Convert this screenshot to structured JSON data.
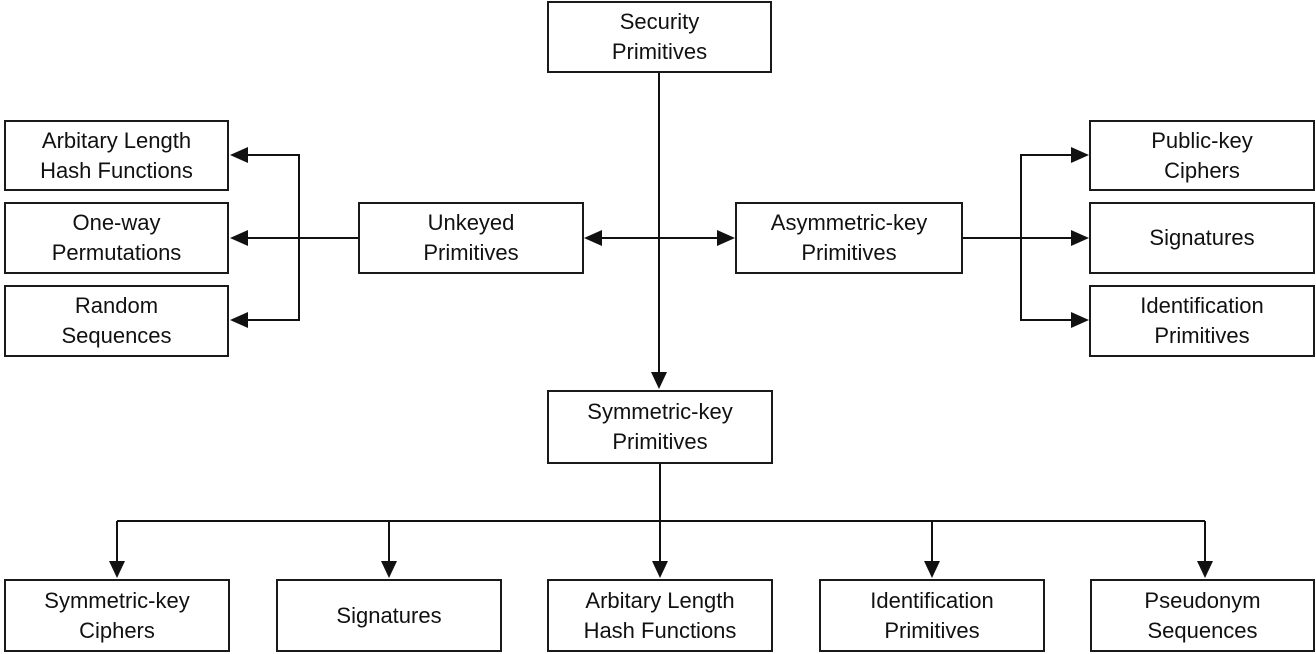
{
  "nodes": {
    "security_primitives": "Security\nPrimitives",
    "unkeyed_primitives": "Unkeyed\nPrimitives",
    "asymmetric_key_primitives": "Asymmetric-key\nPrimitives",
    "symmetric_key_primitives": "Symmetric-key\nPrimitives",
    "unkeyed_hash_functions": "Arbitary Length\nHash Functions",
    "one_way_permutations": "One-way\nPermutations",
    "random_sequences": "Random\nSequences",
    "public_key_ciphers": "Public-key\nCiphers",
    "asymmetric_signatures": "Signatures",
    "asymmetric_identification": "Identification\nPrimitives",
    "symmetric_key_ciphers": "Symmetric-key\nCiphers",
    "symmetric_signatures": "Signatures",
    "symmetric_hash_functions": "Arbitary Length\nHash Functions",
    "symmetric_identification": "Identification\nPrimitives",
    "pseudonym_sequences": "Pseudonym\nSequences"
  },
  "colors": {
    "stroke": "#111111",
    "background": "#ffffff"
  }
}
